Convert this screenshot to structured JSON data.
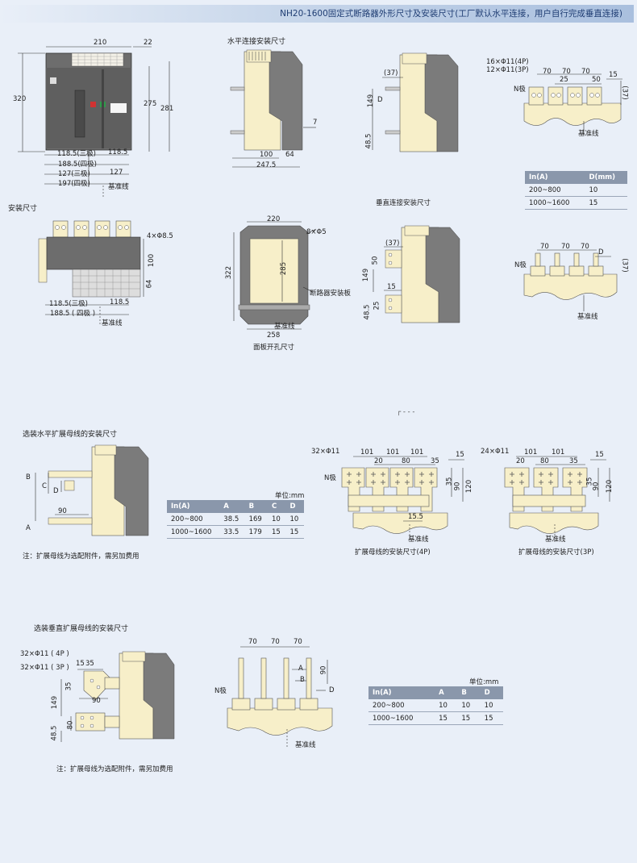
{
  "header": {
    "title": "NH20-1600固定式断路器外形尺寸及安装尺寸(工厂默认水平连接，用户自行完成垂直连接)"
  },
  "section_titles": {
    "mount_size": "安装尺寸",
    "horizontal": "水平连接安装尺寸",
    "vertical": "垂直连接安装尺寸",
    "panel_cutout": "面板开孔尺寸",
    "horiz_busbar": "选装水平扩展母线的安装尺寸",
    "vert_busbar": "选装垂直扩展母线的安装尺寸",
    "busbar_4p": "扩展母线的安装尺寸(4P)",
    "busbar_3p": "扩展母线的安装尺寸(3P)"
  },
  "common": {
    "datum": "基准线",
    "n_pole": "N极",
    "unit": "单位:mm",
    "mount_plate": "断路器安装板",
    "note": "注：扩展母线为选配附件，需另加费用"
  },
  "front_view": {
    "width": "210",
    "depth_top": "22",
    "height": "320",
    "h275": "275",
    "h281": "281",
    "w3p": "118.5(三极)",
    "w118": "118.5",
    "w188": "188.5(四极)",
    "w127_3": "127(三极)",
    "w127": "127",
    "w197": "197(四极)"
  },
  "top_view": {
    "holes": "4×Φ8.5",
    "h100": "100",
    "h64": "64",
    "w3p": "118.5(三极)",
    "w118": "118.5",
    "w188": "188.5 ( 四极 )"
  },
  "horizontal_side": {
    "d100": "100",
    "d64": "64",
    "d247": "247.5",
    "d7": "7"
  },
  "horizontal_terminal": {
    "d37": "(37)",
    "d149": "149",
    "d48": "48.5",
    "letter_d": "D"
  },
  "terminal_top": {
    "holes_4p": "16×Φ11(4P)",
    "holes_3p": "12×Φ11(3P)",
    "d70": "70",
    "d25": "25",
    "d50": "50",
    "d15": "15",
    "d37": "(37)"
  },
  "rating_table_1": {
    "headers": [
      "In(A)",
      "D(mm)"
    ],
    "rows": [
      [
        "200~800",
        "10"
      ],
      [
        "1000~1600",
        "15"
      ]
    ]
  },
  "panel": {
    "w220": "220",
    "holes": "8×Φ5",
    "h322": "322",
    "h285": "285",
    "w258": "258"
  },
  "vertical_side": {
    "d37": "(37)",
    "d50": "50",
    "d149": "149",
    "d15": "15",
    "d25": "25",
    "d48": "48.5"
  },
  "vertical_top": {
    "d70": "70",
    "letter_d": "D",
    "d37": "(37)"
  },
  "horiz_busbar_side": {
    "letter_a": "A",
    "letter_b": "B",
    "letter_c": "C",
    "letter_d": "D",
    "d90": "90"
  },
  "rating_table_2": {
    "headers": [
      "In(A)",
      "A",
      "B",
      "C",
      "D"
    ],
    "rows": [
      [
        "200~800",
        "38.5",
        "169",
        "10",
        "10"
      ],
      [
        "1000~1600",
        "33.5",
        "179",
        "15",
        "15"
      ]
    ]
  },
  "busbar_4p_dims": {
    "holes": "32×Φ11",
    "d101": "101",
    "d20": "20",
    "d80": "80",
    "d35": "35",
    "d15": "15",
    "d90": "90",
    "d120": "120",
    "d155": "15.5"
  },
  "busbar_3p_dims": {
    "holes": "24×Φ11",
    "d101": "101",
    "d20": "20",
    "d80": "80",
    "d35": "35",
    "d15": "15",
    "d90": "90",
    "d120": "120"
  },
  "vert_busbar_side": {
    "holes_4p": "32×Φ11 ( 4P )",
    "holes_3p": "32×Φ11 ( 3P )",
    "d15": "15",
    "d35": "35",
    "d90": "90",
    "d149": "149",
    "d80": "80",
    "d48": "48.5"
  },
  "vert_busbar_top": {
    "d70": "70",
    "letter_a": "A",
    "letter_b": "B",
    "letter_d": "D",
    "d90": "90"
  },
  "rating_table_3": {
    "headers": [
      "In(A)",
      "A",
      "B",
      "D"
    ],
    "rows": [
      [
        "200~800",
        "10",
        "10",
        "10"
      ],
      [
        "1000~1600",
        "15",
        "15",
        "15"
      ]
    ]
  }
}
